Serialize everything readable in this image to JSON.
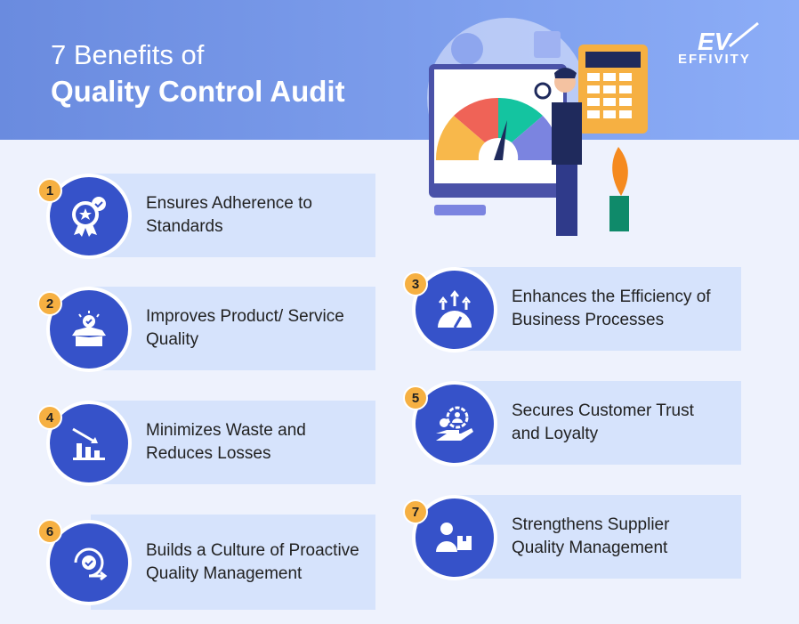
{
  "header": {
    "title_line1": "7 Benefits of",
    "title_line2": "Quality Control Audit"
  },
  "logo": {
    "text": "EFFIVITY",
    "mark": "EV"
  },
  "colors": {
    "header_start": "#6a8bdf",
    "header_end": "#8cadf7",
    "background": "#eef2fd",
    "card": "#d6e3fc",
    "circle": "#3652c9",
    "badge": "#f6b042"
  },
  "benefits": [
    {
      "number": "1",
      "label": "Ensures Adherence to Standards",
      "icon": "award-badge-check-icon"
    },
    {
      "number": "2",
      "label": "Improves Product/ Service Quality",
      "icon": "box-check-icon"
    },
    {
      "number": "3",
      "label": "Enhances the Efficiency of Business Processes",
      "icon": "growth-gauge-icon"
    },
    {
      "number": "4",
      "label": "Minimizes Waste and Reduces Losses",
      "icon": "bar-chart-down-icon"
    },
    {
      "number": "5",
      "label": "Secures Customer Trust and Loyalty",
      "icon": "hand-customer-gear-icon"
    },
    {
      "number": "6",
      "label": "Builds a Culture of Proactive Quality Management",
      "icon": "cycle-check-icon"
    },
    {
      "number": "7",
      "label": "Strengthens Supplier Quality Management",
      "icon": "supplier-box-icon"
    }
  ]
}
